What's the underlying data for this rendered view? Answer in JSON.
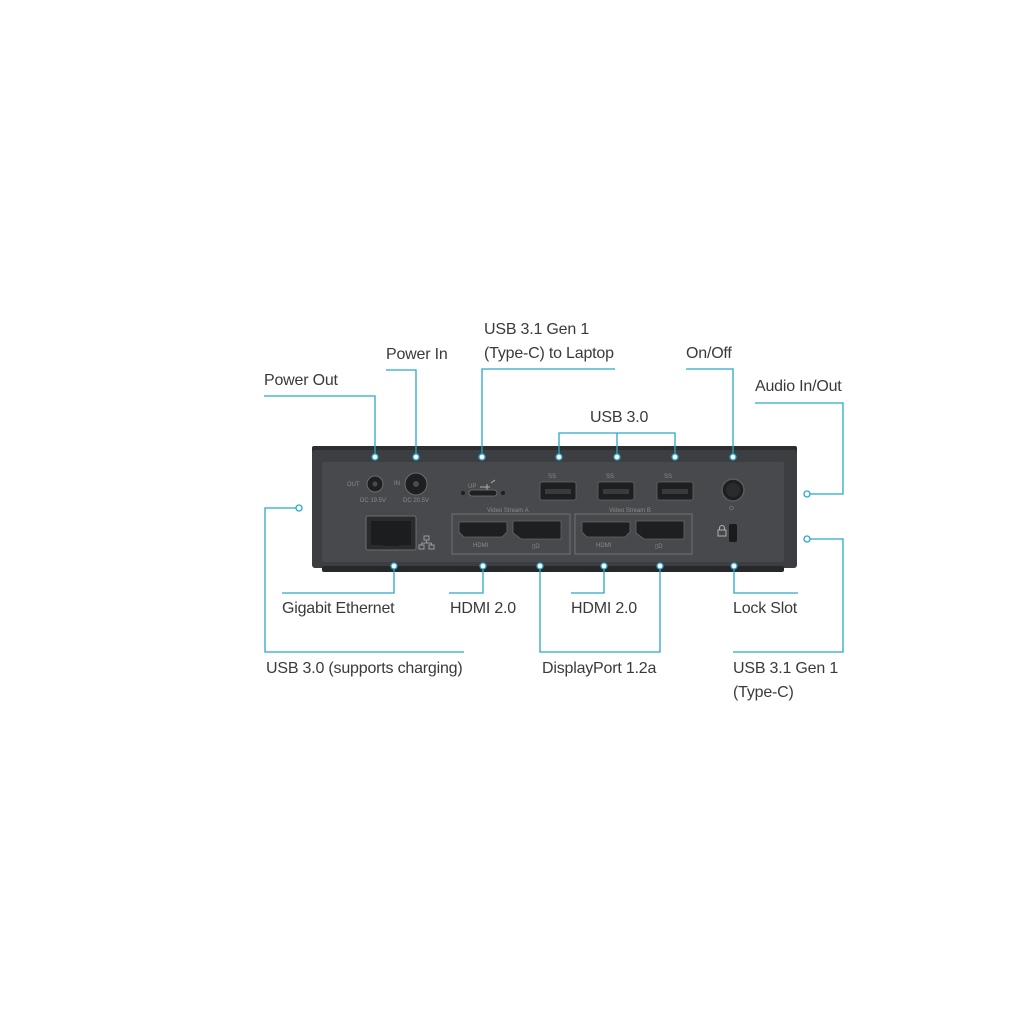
{
  "callouts": {
    "power_out": "Power Out",
    "power_in": "Power In",
    "usb31_laptop_line1": "USB 3.1 Gen 1",
    "usb31_laptop_line2": "(Type-C) to Laptop",
    "on_off": "On/Off",
    "audio": "Audio In/Out",
    "usb30": "USB 3.0",
    "gigabit": "Gigabit Ethernet",
    "hdmi_a": "HDMI 2.0",
    "hdmi_b": "HDMI 2.0",
    "lock": "Lock Slot",
    "usb30_charging": "USB 3.0 (supports charging)",
    "displayport": "DisplayPort 1.2a",
    "usb31_typec_line1": "USB 3.1 Gen 1",
    "usb31_typec_line2": "(Type-C)"
  },
  "device": {
    "out_label": "OUT",
    "in_label": "IN",
    "dc_out": "DC 19.5V",
    "dc_in": "DC 20.5V",
    "up_label": "UP",
    "video_a": "Video Stream A",
    "video_b": "Video Stream B",
    "hdmi_tag": "HDMI",
    "ss_tag": "SS"
  },
  "colors": {
    "accent": "#2aa7c9",
    "device_body": "#3d3e41",
    "device_panel": "#4a4b4f",
    "port": "#1e1f21",
    "text": "#3a3a3a"
  }
}
